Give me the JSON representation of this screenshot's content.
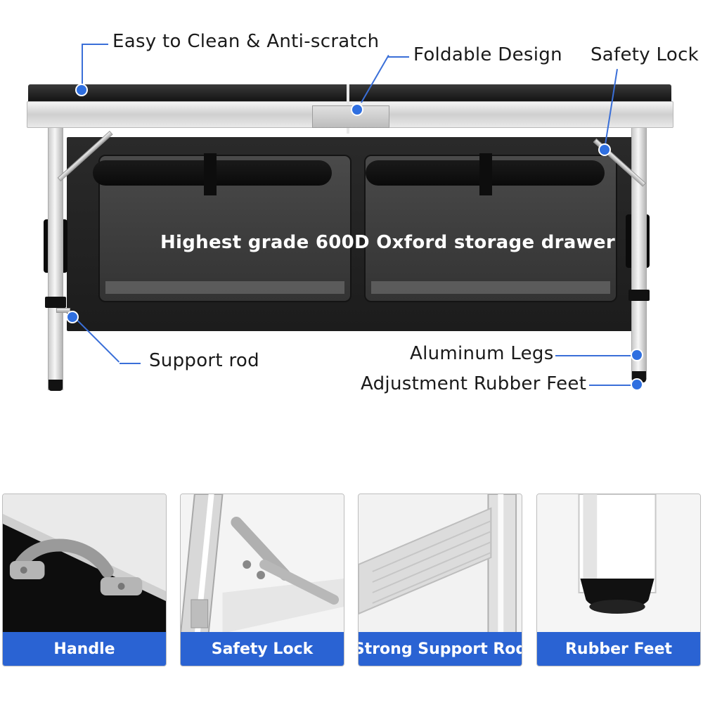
{
  "callouts": {
    "easy_clean": "Easy to Clean & Anti-scratch",
    "foldable": "Foldable Design",
    "safety_lock": "Safety Lock",
    "drawer": "Highest grade 600D Oxford storage drawer",
    "support_rod": "Support rod",
    "aluminum_legs": "Aluminum Legs",
    "rubber_feet": "Adjustment Rubber Feet"
  },
  "panels": [
    {
      "label": "Handle",
      "icon": "handle-icon"
    },
    {
      "label": "Safety Lock",
      "icon": "safety-lock-icon"
    },
    {
      "label": "Strong Support Rod",
      "icon": "support-rod-icon"
    },
    {
      "label": "Rubber Feet",
      "icon": "rubber-foot-icon"
    }
  ],
  "colors": {
    "accent": "#2a63d3",
    "leader": "#3a6fd8",
    "table_top": "#1a1a1a",
    "frame": "#d9d9d9"
  }
}
